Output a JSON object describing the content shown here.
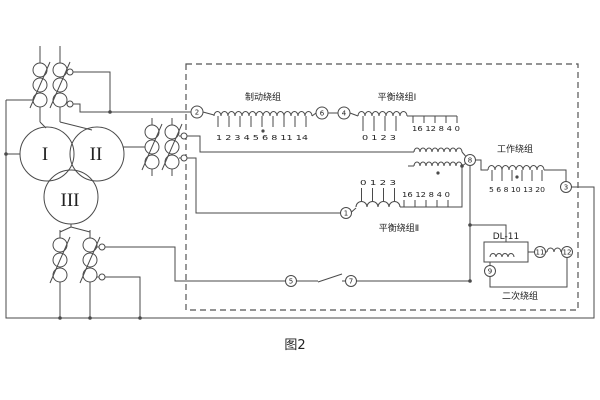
{
  "caption": "图2",
  "transformer": {
    "winding1": "I",
    "winding2": "II",
    "winding3": "III"
  },
  "windings": {
    "braking": {
      "label": "制动绕组",
      "taps": "1 2 3 4 5 6 8 11 14"
    },
    "balance1": {
      "label": "平衡绕组Ⅰ",
      "taps_bottom": "0 1 2 3",
      "taps_right": "16 12 8 4 0"
    },
    "balance2": {
      "label": "平衡绕组Ⅱ",
      "taps_top": "0 1 2 3",
      "taps_right": "16 12 8 4 0"
    },
    "working": {
      "label": "工作绕组",
      "taps": "5 6 8 10 13 20"
    },
    "relay": {
      "label": "DL-11"
    },
    "secondary": {
      "label": "二次绕组"
    }
  },
  "terminals": {
    "t1": "1",
    "t2": "2",
    "t3": "3",
    "t4": "4",
    "t5": "5",
    "t6": "6",
    "t7": "7",
    "t8": "8",
    "t9": "9",
    "t11": "11",
    "t12": "12"
  },
  "colors": {
    "line": "#4a4a4a",
    "background": "#ffffff"
  }
}
